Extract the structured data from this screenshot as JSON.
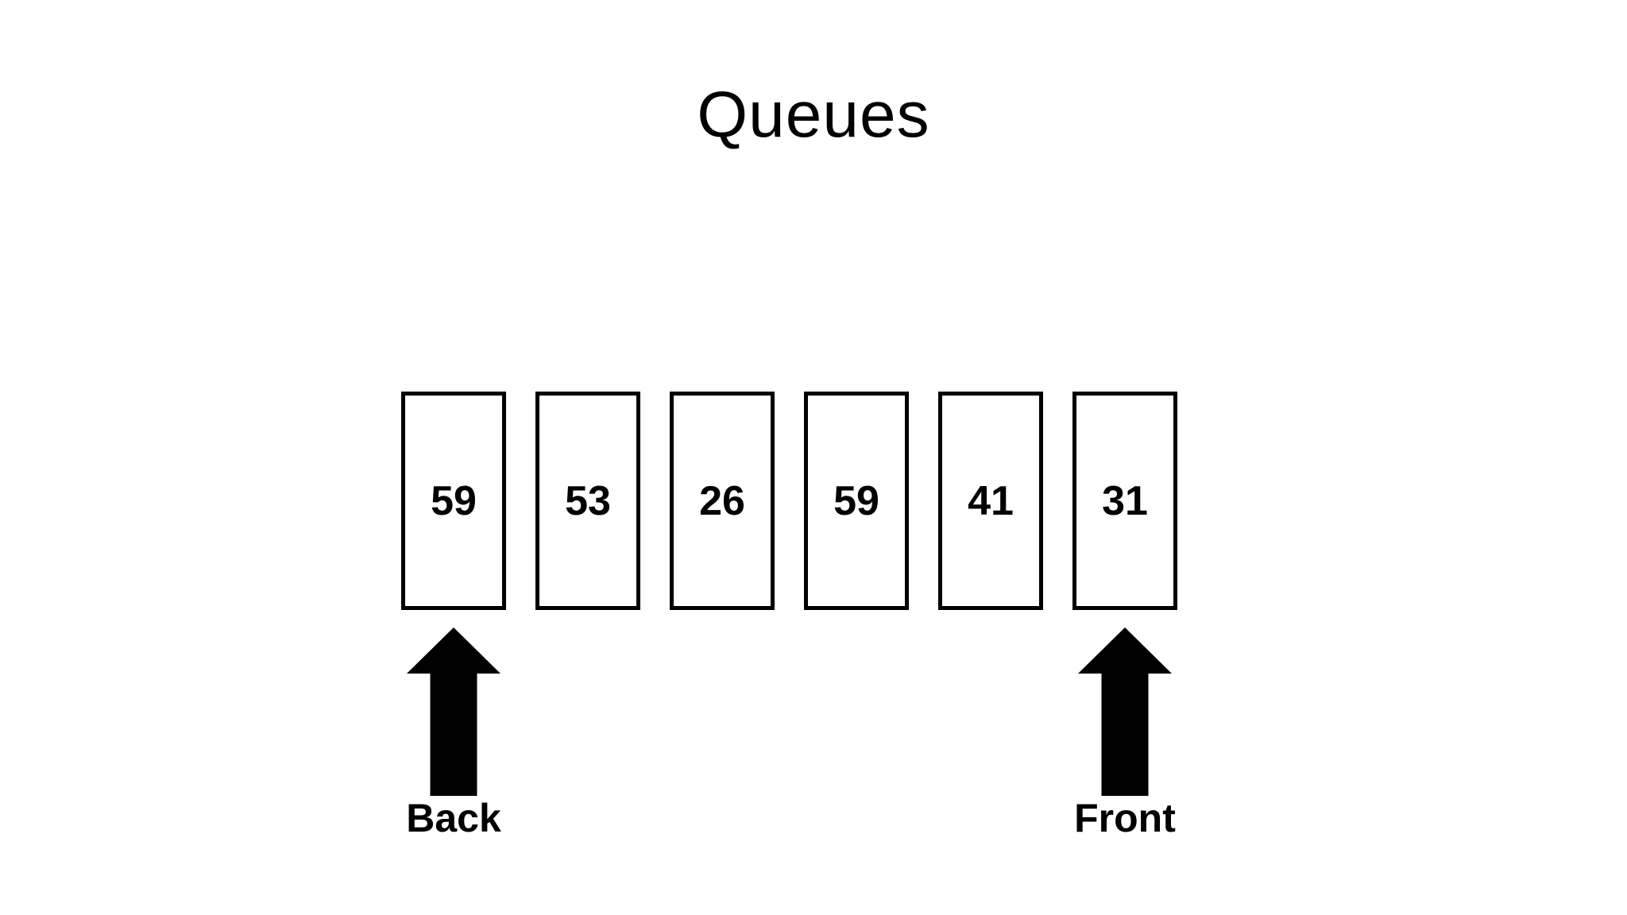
{
  "slide": {
    "title": "Queues"
  },
  "queue": {
    "cells": [
      {
        "value": "59"
      },
      {
        "value": "53"
      },
      {
        "value": "26"
      },
      {
        "value": "59"
      },
      {
        "value": "41"
      },
      {
        "value": "31"
      }
    ],
    "back_label": "Back",
    "front_label": "Front"
  },
  "icons": {
    "back_pointer": "up-arrow-icon",
    "front_pointer": "up-arrow-icon"
  },
  "colors": {
    "background": "#FFFFFF",
    "ink": "#000000"
  }
}
